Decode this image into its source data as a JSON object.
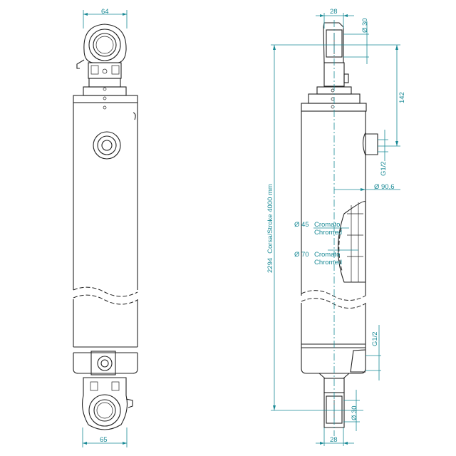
{
  "left_view": {
    "top_width": "64",
    "bottom_width": "65"
  },
  "right_view": {
    "top_rod_width": "28",
    "top_eye_diameter": "Ø 30",
    "port_offset": "142",
    "top_port_thread": "G1/2",
    "body_diameter": "Ø 90,6",
    "rod1_diameter": "Ø 45",
    "rod1_finish_it": "Cromato",
    "rod1_finish_en": "Chromed",
    "rod2_diameter": "Ø 70",
    "rod2_finish_it": "Cromato",
    "rod2_finish_en": "Chromed",
    "overall_length": "2294",
    "stroke_label": "Corsa/Stroke 4000 mm",
    "bottom_port_thread": "G1/2",
    "bottom_eye_diameter": "Ø 30",
    "bottom_rod_width": "28"
  },
  "colors": {
    "dimension": "#1a8a96",
    "outline": "#222222"
  }
}
